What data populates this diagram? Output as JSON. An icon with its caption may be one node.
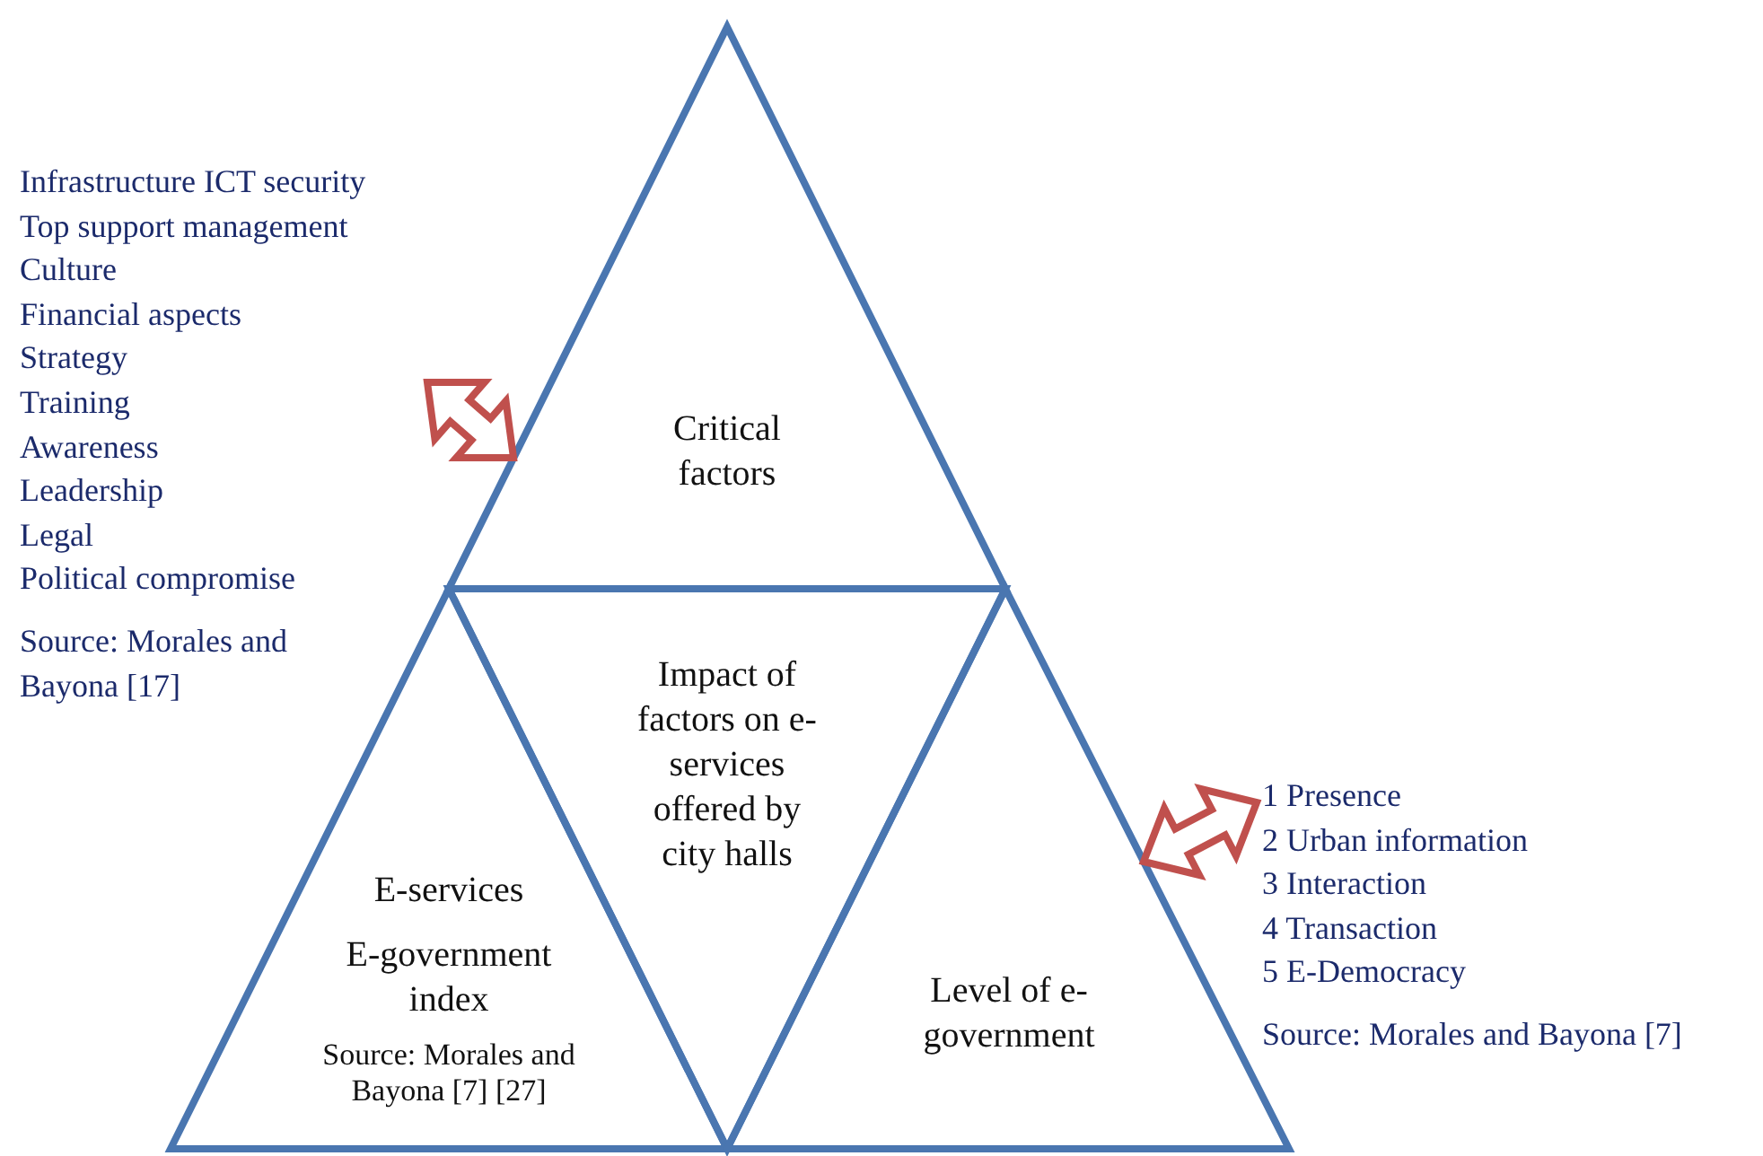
{
  "diagram": {
    "nodes": [
      {
        "text": [
          "Infrastructure ICT security",
          "Top support management",
          "Culture",
          "Financial aspects",
          "Strategy",
          "Training",
          "Awareness",
          "Leadership",
          "Legal",
          "Political compromise",
          "Source: Morales and Bayona [17]"
        ]
      },
      {
        "text": [
          "Critical factors"
        ]
      },
      {
        "text": [
          "Impact of factors on e-services offered by city halls"
        ]
      },
      {
        "text": [
          "E-services",
          "E-government index",
          "Source: Morales and Bayona [7] [27]"
        ]
      },
      {
        "text": [
          "Level of e-government"
        ]
      },
      {
        "text": [
          "1 Presence",
          "2 Urban information",
          "3 Interaction",
          "4 Transaction",
          "5 E-Democracy",
          "Source: Morales and Bayona [7]"
        ]
      }
    ],
    "edges": [
      {
        "from": 0,
        "to": 1,
        "arrow": "both"
      },
      {
        "from": 4,
        "to": 5,
        "arrow": "both"
      }
    ]
  }
}
